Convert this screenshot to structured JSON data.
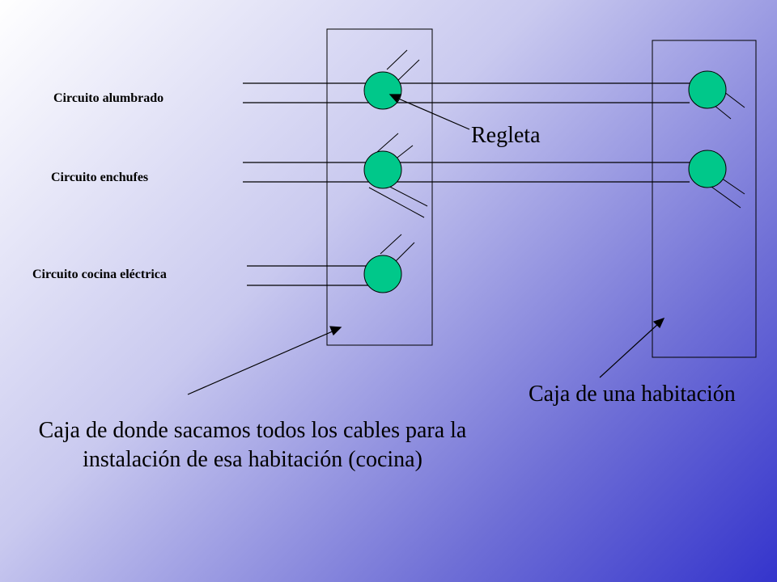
{
  "labels": {
    "circuit_lighting": "Circuito alumbrado",
    "circuit_outlets": "Circuito enchufes",
    "circuit_stove": "Circuito cocina eléctrica",
    "terminal_block": "Regleta",
    "room_box": "Caja de una habitación",
    "main_box_line1": "Caja de donde sacamos todos los cables para la",
    "main_box_line2": "instalación de esa habitación (cocina)"
  },
  "colors": {
    "connector_fill": "#00c88a",
    "line": "#000000"
  }
}
